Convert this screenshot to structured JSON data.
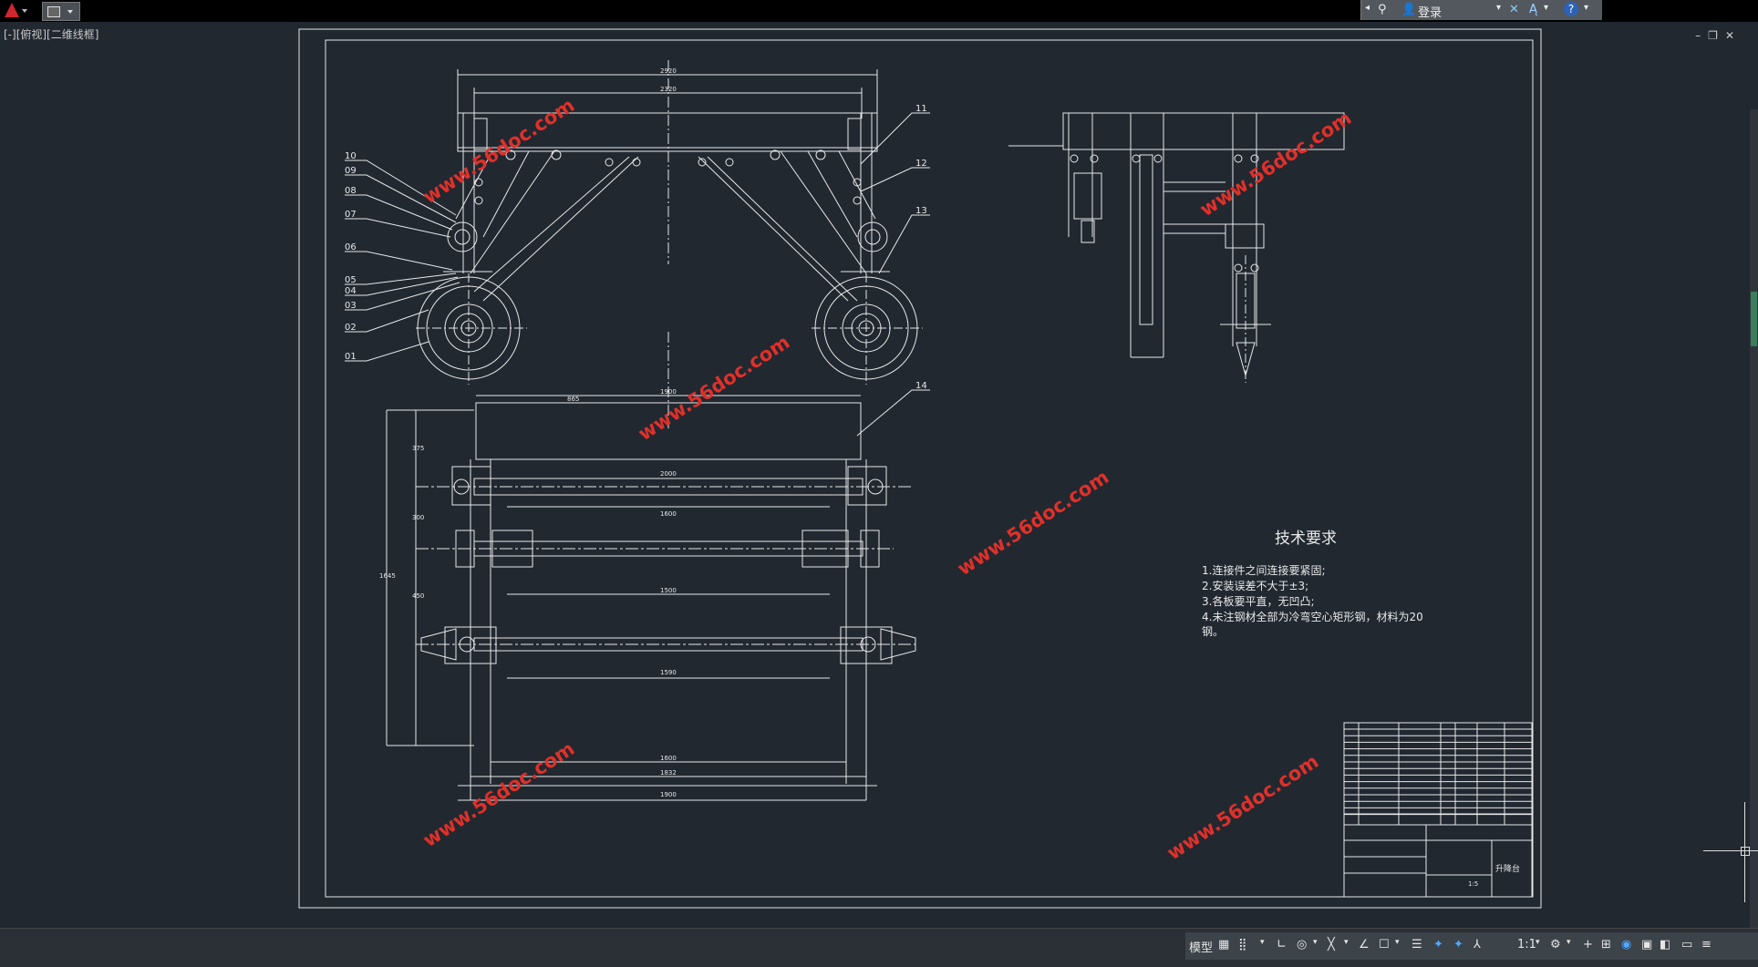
{
  "app": {
    "login_label": "登录"
  },
  "viewport": {
    "label": "[-][俯视][二维线框]"
  },
  "drawing": {
    "tech_title": "技术要求",
    "tech_items": [
      "1.连接件之间连接要紧固;",
      "2.安装误差不大于±3;",
      "3.各板要平直，无凹凸;",
      "4.未注钢材全部为冷弯空心矩形钢，材料为20",
      "钢。"
    ],
    "part_labels": [
      "10",
      "09",
      "08",
      "07",
      "06",
      "05",
      "04",
      "03",
      "02",
      "01"
    ],
    "right_labels": [
      "11",
      "12",
      "13",
      "14"
    ],
    "watermark": "www.56doc.com",
    "dims": {
      "front_top": "2920",
      "front_top2": "2320",
      "plan_width": "1900",
      "plan_865": "865",
      "plan_2000": "2000",
      "plan_1600": "1600",
      "plan_1500": "1500",
      "plan_1590": "1590",
      "plan_1600b": "1600",
      "plan_1832": "1832",
      "plan_1900": "1900",
      "left_1645": "1645",
      "left_375": "375",
      "left_300": "300",
      "left_450": "450"
    },
    "title_block_name": "升降台",
    "title_block_scale": "1:5"
  },
  "statusbar": {
    "model_label": "模型",
    "scale_label": "1:1"
  }
}
